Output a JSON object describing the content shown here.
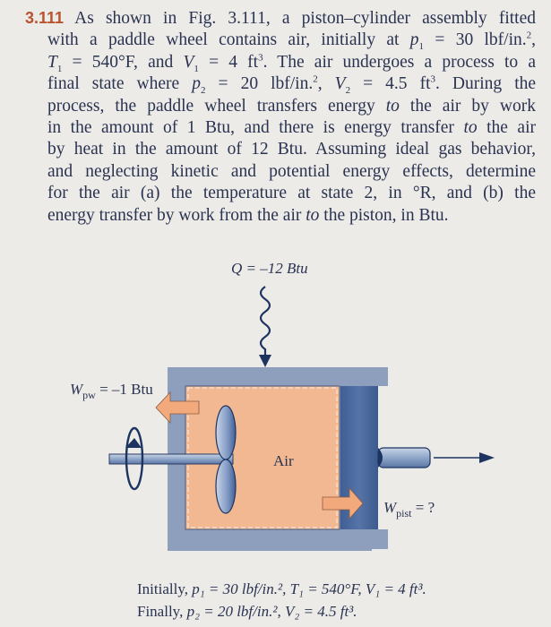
{
  "problem": {
    "number": "3.111",
    "lines": [
      " As shown in Fig. 3.111, a piston–cylinder assembly fitted",
      "with a paddle wheel contains air, initially at ",
      "The air undergoes a process to a",
      "final state where ",
      "process, the paddle wheel transfers energy ",
      "in the amount of 1 Btu, and there is energy transfer ",
      "by heat in the amount of 12 Btu. Assuming ideal gas behavior,",
      "and neglecting kinetic and potential energy effects, determine",
      "for the air (a) the temperature at state 2, in °R, and (b) the",
      "energy transfer by work from the air "
    ],
    "p1": "= 30 lbf/in.",
    "T1": "= 540°F, and ",
    "V1": "= 4 ft",
    "p2": "= 20 lbf/in.",
    "V2": "= 4.5 ft",
    "during_the": ". During the",
    "to": "to",
    "the_air_by_work": " the air by work",
    "the_air": " the air",
    "the_piston": " the piston, in Btu."
  },
  "figure": {
    "label": "Fig. 3.111",
    "heat_label": "Q = –12 Btu",
    "paddle_work_label": "W",
    "paddle_work_sub": "pw",
    "paddle_work_value": " = –1 Btu",
    "air_label": "Air",
    "piston_work_label": "W",
    "piston_work_sub": "pist",
    "piston_work_value": " = ?",
    "colors": {
      "cylinder": "#8d9fbc",
      "air": "#f2b892",
      "piston": "#3f5f95",
      "arrow": "#1e3460",
      "energy_arrow": "#f2aa7c",
      "background": "#ecebe8",
      "problem_number": "#b8532e"
    }
  },
  "summary": {
    "initial_label": "Initially, ",
    "initial_values": "p₁ = 30 lbf/in.², T₁ = 540°F, V₁ = 4 ft³.",
    "final_label": "Finally, ",
    "final_values": "p₂ = 20 lbf/in.², V₂ = 4.5 ft³."
  }
}
